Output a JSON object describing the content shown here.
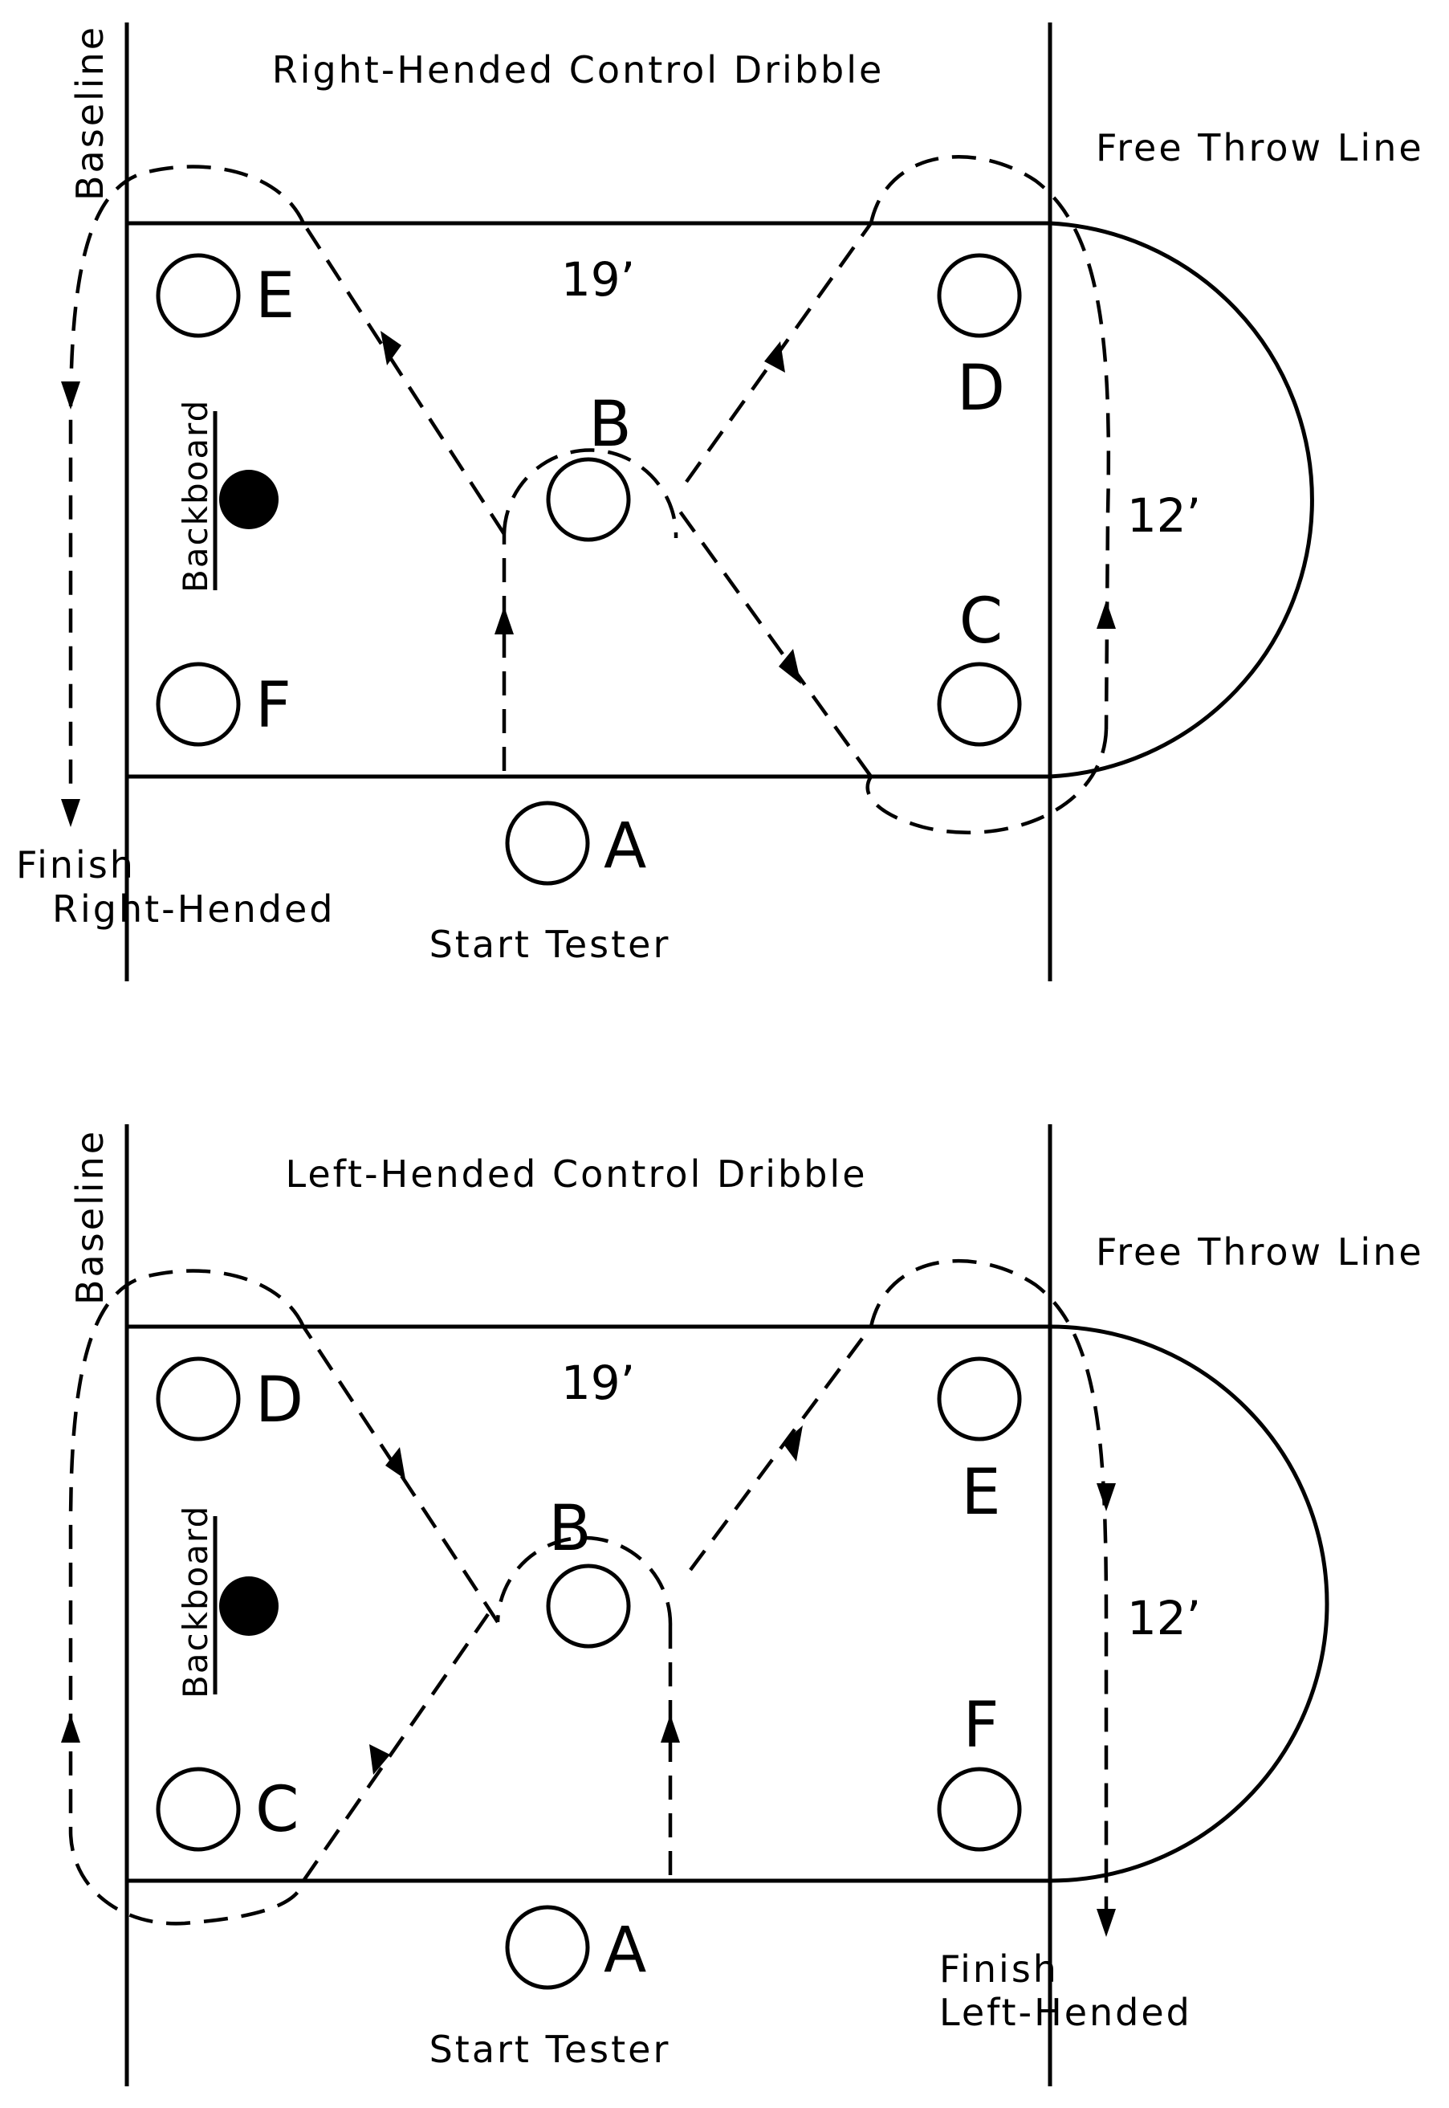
{
  "panels": [
    {
      "title": "Right-Hended Control Dribble",
      "baseline": "Baseline",
      "free_throw_line": "Free Throw Line",
      "length": "19’",
      "width": "12’",
      "backboard": "Backboard",
      "start": "Start Tester",
      "finish_line1": "Finish",
      "finish_line2": "Right-Hended",
      "markers": {
        "top_left": "E",
        "bottom_left": "F",
        "center": "B",
        "top_right": "D",
        "bottom_right": "C",
        "start": "A"
      }
    },
    {
      "title": "Left-Hended Control Dribble",
      "baseline": "Baseline",
      "free_throw_line": "Free Throw Line",
      "length": "19’",
      "width": "12’",
      "backboard": "Backboard",
      "start": "Start Tester",
      "finish_line1": "Finish",
      "finish_line2": "Left-Hended",
      "markers": {
        "top_left": "D",
        "bottom_left": "C",
        "center": "B",
        "top_right": "E",
        "bottom_right": "F",
        "start": "A"
      }
    }
  ]
}
